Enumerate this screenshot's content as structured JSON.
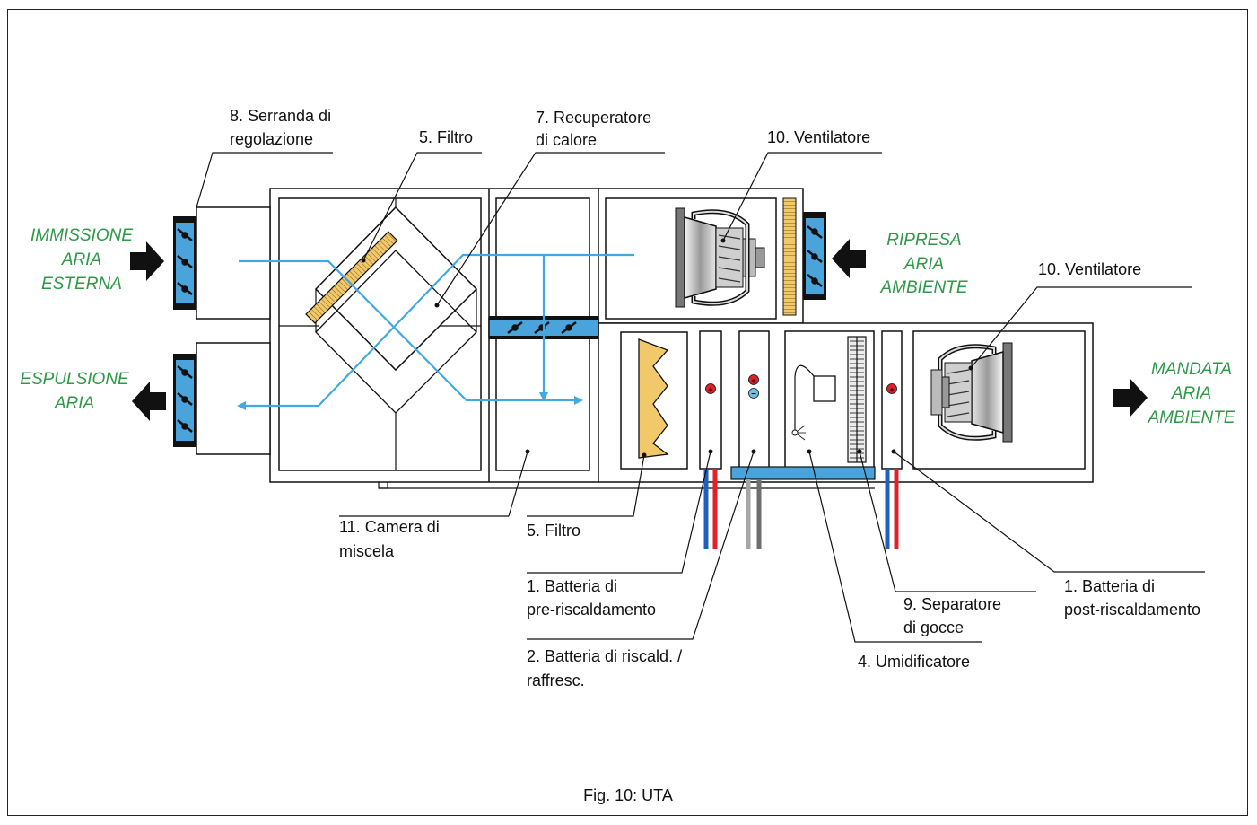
{
  "caption": "Fig. 10: UTA",
  "labels": {
    "serranda_line1": "8. Serranda di",
    "serranda_line2": "regolazione",
    "filtro_top": "5. Filtro",
    "recuperatore_line1": "7. Recuperatore",
    "recuperatore_line2": "di calore",
    "ventilatore_top": "10. Ventilatore",
    "ventilatore_right": "10. Ventilatore",
    "camera_line1": "11. Camera di",
    "camera_line2": "miscela",
    "filtro_bottom": "5. Filtro",
    "pre_line1": "1. Batteria di",
    "pre_line2": "pre-riscaldamento",
    "risc_line1": "2. Batteria di riscald. /",
    "risc_line2": "raffresc.",
    "separatore_line1": "9. Separatore",
    "separatore_line2": "di gocce",
    "umidificatore": "4. Umidificatore",
    "post_line1": "1. Batteria di",
    "post_line2": "post-riscaldamento"
  },
  "flows": {
    "immissione": [
      "IMMISSIONE",
      "ARIA",
      "ESTERNA"
    ],
    "espulsione": [
      "ESPULSIONE",
      "ARIA"
    ],
    "ripresa": [
      "RIPRESA",
      "ARIA",
      "AMBIENTE"
    ],
    "mandata": [
      "MANDATA",
      "ARIA",
      "AMBIENTE"
    ]
  },
  "colors": {
    "air_line": "#41a9e0",
    "damper_blue": "#4aa3db",
    "filter_yellow": "#f2c96a",
    "flow_text_green": "#2e9a47",
    "hot_pipe": "#e0202a",
    "cold_pipe": "#1f5fbf",
    "grey_pipe": "#8c8c8c"
  },
  "icons": [
    "plus-sign-icon",
    "minus-sign-icon",
    "arrow-right-icon",
    "arrow-left-icon",
    "fan-icon",
    "damper-icon"
  ]
}
